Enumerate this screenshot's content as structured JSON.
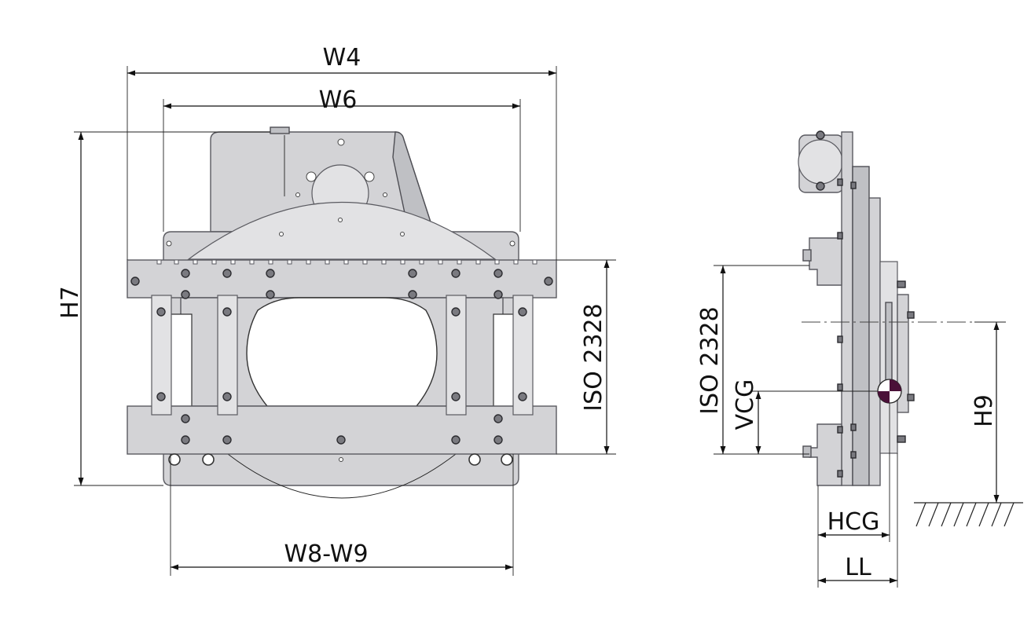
{
  "dimensions": {
    "w4": "W4",
    "w6": "W6",
    "h7": "H7",
    "iso_front": "ISO 2328",
    "w8_w9": "W8-W9",
    "iso_side": "ISO 2328",
    "vcg": "VCG",
    "h9": "H9",
    "hcg": "HCG",
    "ll": "LL"
  },
  "colors": {
    "body": "#d3d3d6",
    "outline": "#5a5a60",
    "bolt": "#7a7a80",
    "cg_marker": "#4a1038"
  },
  "icons": {
    "cg_marker": "center-of-gravity-symbol",
    "ground": "ground-hatch-symbol"
  }
}
